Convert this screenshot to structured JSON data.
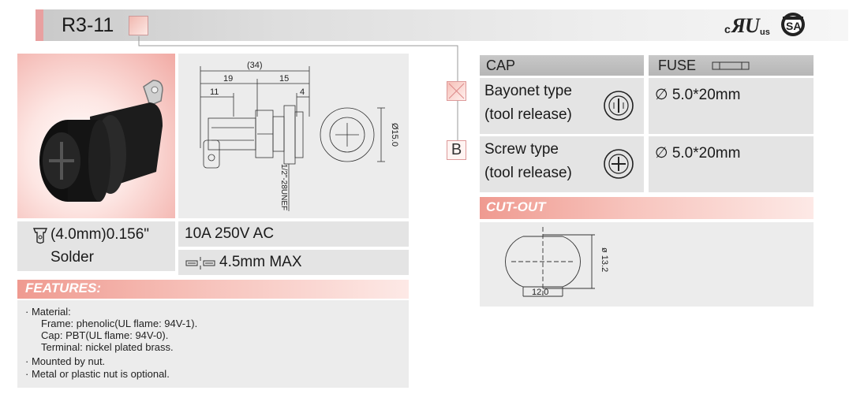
{
  "header": {
    "model": "R3-11",
    "cert_ul_mark": "c UL us",
    "cert_csa_mark": "SA"
  },
  "drawing": {
    "dim_total": "(34)",
    "dim_19": "19",
    "dim_15": "15",
    "dim_11": "11",
    "dim_4": "4",
    "dim_dia": "Ø15.0",
    "thread": "1/2\"-28UNEF"
  },
  "specs": {
    "terminal_size": "(4.0mm)0.156\"",
    "terminal_type": "Solder",
    "rating": "10A 250V AC",
    "panel_thickness": "4.5mm MAX"
  },
  "features": {
    "title": "FEATURES:",
    "lines": [
      "· Material:",
      "Frame: phenolic(UL flame: 94V-1).",
      "Cap: PBT(UL flame: 94V-0).",
      "Terminal: nickel plated brass.",
      "· Mounted by nut.",
      "· Metal or plastic nut is optional."
    ]
  },
  "table": {
    "cap_header": "CAP",
    "fuse_header": "FUSE",
    "row_a": {
      "marker": "",
      "cap_line1": "Bayonet type",
      "cap_line2": "(tool release)",
      "fuse": "∅ 5.0*20mm"
    },
    "row_b": {
      "marker": "B",
      "cap_line1": "Screw type",
      "cap_line2": "(tool release)",
      "fuse": "∅ 5.0*20mm"
    }
  },
  "cutout": {
    "title": "CUT-OUT",
    "width": "12.0",
    "diameter": "ø 13.2"
  }
}
